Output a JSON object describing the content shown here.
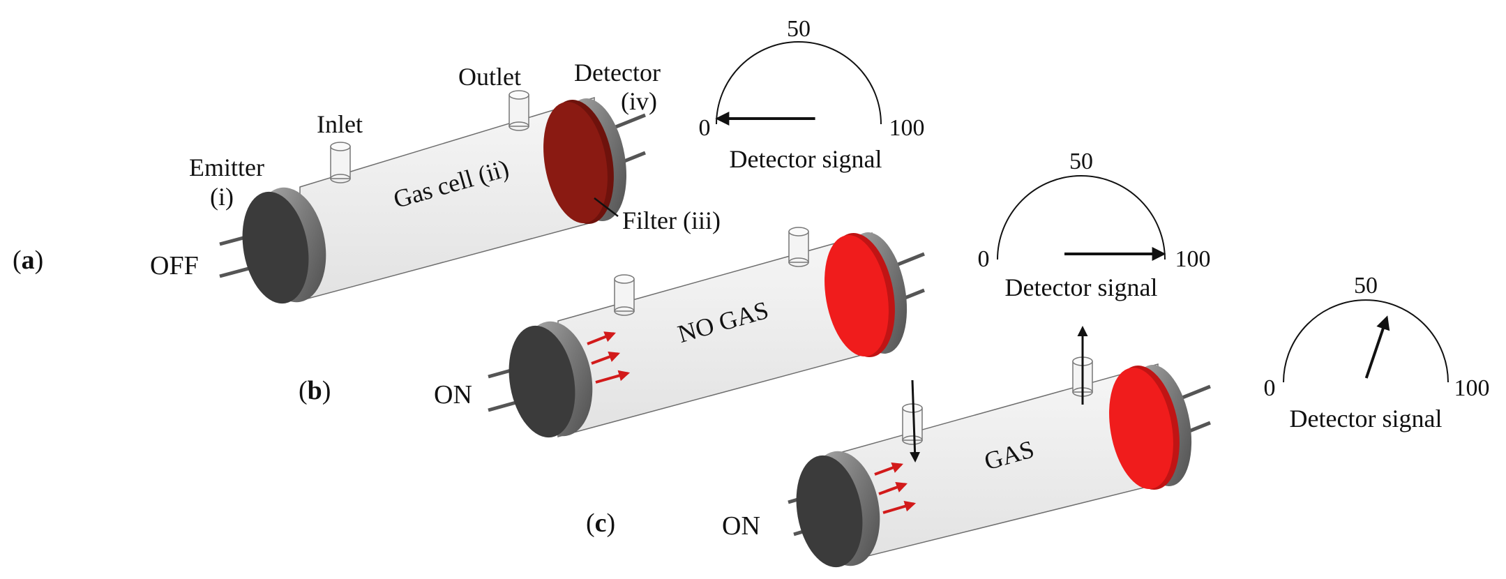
{
  "colors": {
    "cell_body": "#ececec",
    "cell_outline": "#6e6e6e",
    "emitter_face": "#3b3b3b",
    "ring": "#8a8a8a",
    "filter_dark": "#8a1a12",
    "filter_bright": "#f01c1c",
    "ir_arrow": "#d21a1a",
    "needle": "#111111"
  },
  "panels": [
    {
      "label": "(a)",
      "label_letter": "a",
      "state": "OFF",
      "cell_text": "Gas cell (ii)",
      "filter": "dark",
      "ir_rays": false,
      "gas_flow": false,
      "callouts": {
        "emitter": "Emitter",
        "emitter_num": "(i)",
        "inlet": "Inlet",
        "outlet": "Outlet",
        "detector": "Detector",
        "detector_num": "(iv)",
        "filter": "Filter (iii)"
      },
      "meter": {
        "min_label": "0",
        "mid_label": "50",
        "max_label": "100",
        "value": 0,
        "caption": "Detector signal"
      }
    },
    {
      "label": "(b)",
      "label_letter": "b",
      "state": "ON",
      "cell_text": "NO GAS",
      "filter": "bright",
      "ir_rays": true,
      "gas_flow": false,
      "meter": {
        "min_label": "0",
        "mid_label": "50",
        "max_label": "100",
        "value": 100,
        "caption": "Detector signal"
      }
    },
    {
      "label": "(c)",
      "label_letter": "c",
      "state": "ON",
      "cell_text": "GAS",
      "filter": "bright",
      "ir_rays": true,
      "gas_flow": true,
      "meter": {
        "min_label": "0",
        "mid_label": "50",
        "max_label": "100",
        "value": 60,
        "caption": "Detector signal"
      }
    }
  ]
}
